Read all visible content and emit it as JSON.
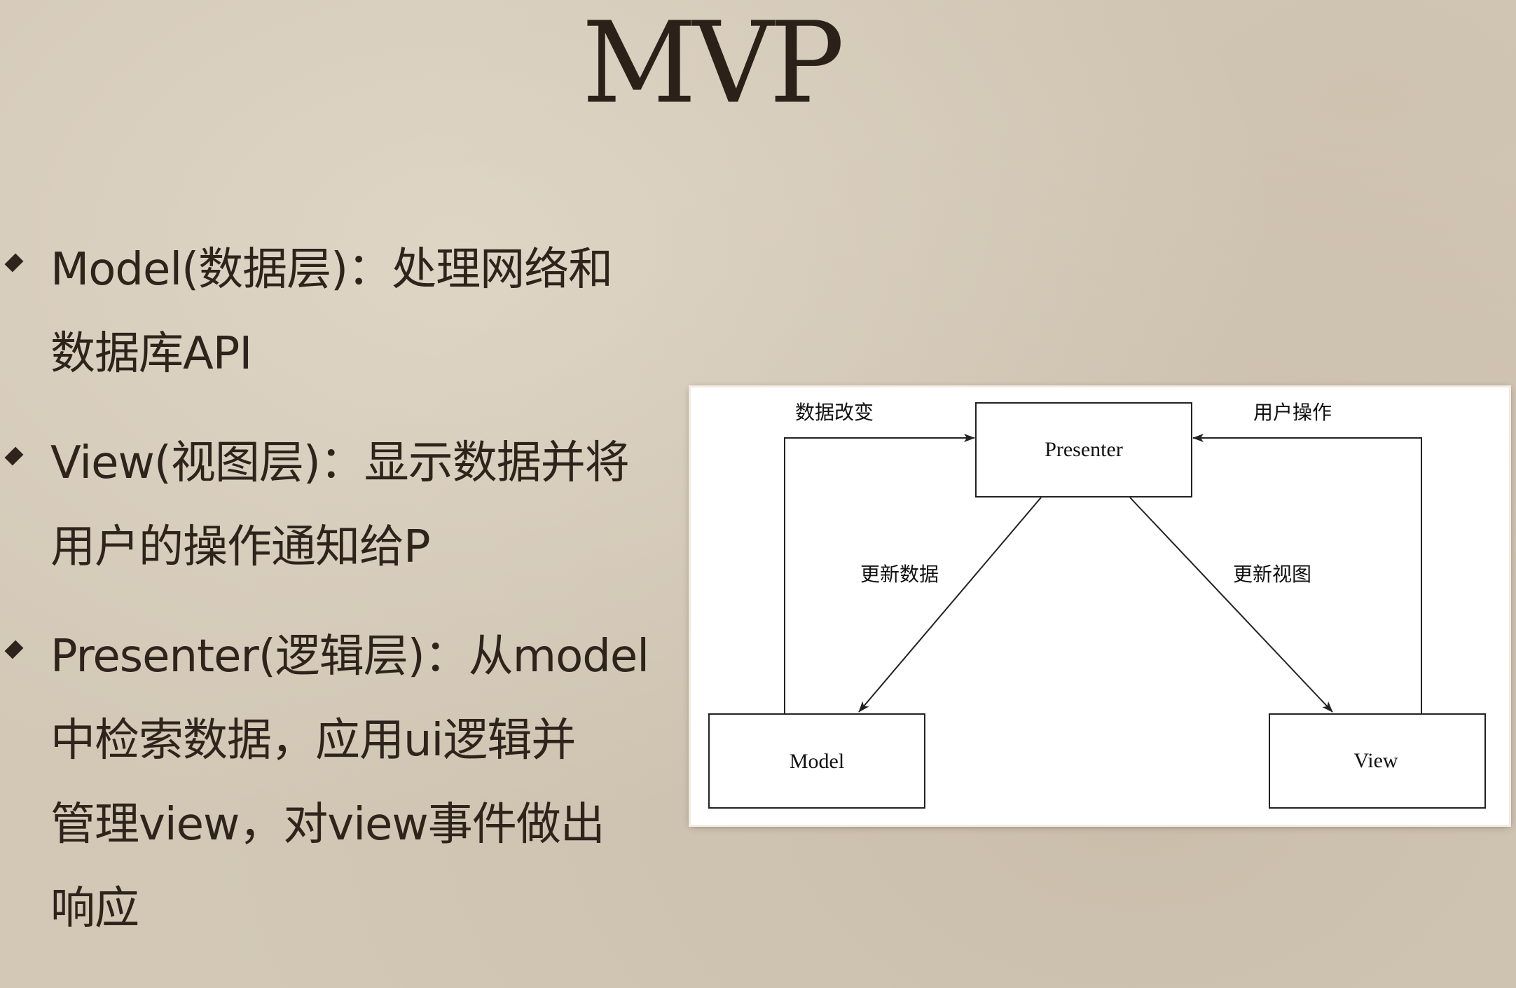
{
  "slide": {
    "title": "MVP"
  },
  "bullets": [
    {
      "text": "Model(数据层)：处理网络和数据库API"
    },
    {
      "text": "View(视图层)：显示数据并将用户的操作通知给P"
    },
    {
      "text": "Presenter(逻辑层)：从model中检索数据，应用ui逻辑并管理view，对view事件做出响应"
    }
  ],
  "bullet_lines": [
    [
      "Model(数据层)：处理网络和",
      "数据库API"
    ],
    [
      "View(视图层)：显示数据并将",
      "用户的操作通知给P"
    ],
    [
      "Presenter(逻辑层)：从model",
      "中检索数据，应用ui逻辑并",
      "管理view，对view事件做出",
      "响应"
    ]
  ],
  "diagram": {
    "nodes": {
      "presenter": "Presenter",
      "model": "Model",
      "view": "View"
    },
    "edges": {
      "model_to_presenter": "数据改变",
      "view_to_presenter": "用户操作",
      "presenter_to_model": "更新数据",
      "presenter_to_view": "更新视图"
    }
  },
  "colors": {
    "background": "#d3c8b6",
    "text": "#2e241c",
    "diagram_line": "#222222"
  }
}
